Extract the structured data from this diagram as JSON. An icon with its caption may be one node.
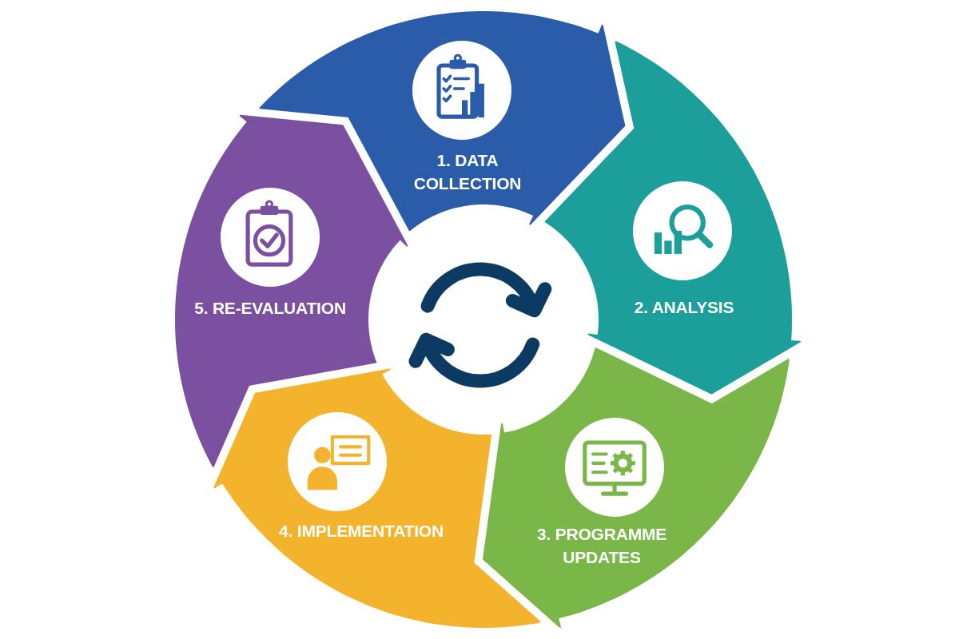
{
  "diagram": {
    "nodes": [
      {
        "text": [
          "1. DATA COLLECTION"
        ]
      },
      {
        "text": [
          "2. ANALYSIS"
        ]
      },
      {
        "text": [
          "3. PROGRAMME UPDATES"
        ]
      },
      {
        "text": [
          "4. IMPLEMENTATION"
        ]
      },
      {
        "text": [
          "5. RE-EVALUATION"
        ]
      }
    ]
  }
}
